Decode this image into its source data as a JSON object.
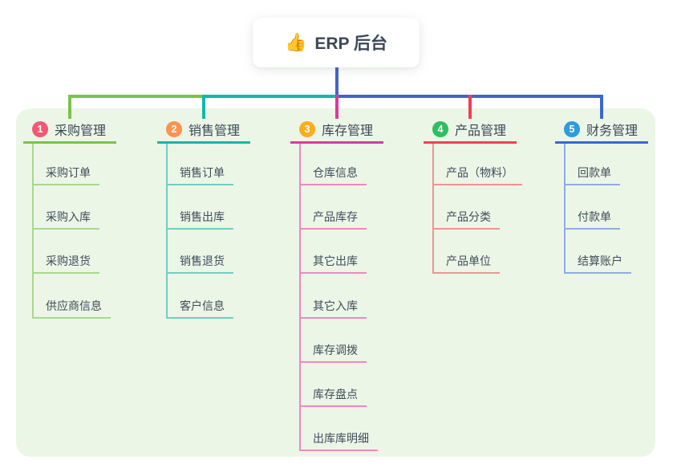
{
  "root": {
    "icon": "👍",
    "label": "ERP 后台"
  },
  "theme": {
    "canvas_bg": "#ffffff",
    "panel_bg": "#EBF6E7",
    "root_text": "#3D4757",
    "header_text": "#3D4757",
    "child_text": "#414C5B",
    "trunk_color": "#4663C8"
  },
  "connector": {
    "segments": [
      {
        "name": "purchase-bus-segment",
        "color": "#7CC24B"
      },
      {
        "name": "sales-bus-segment",
        "color": "#0FB9A9"
      },
      {
        "name": "finance-bus-segment",
        "color": "#4663C8"
      }
    ]
  },
  "branches": [
    {
      "index": "1",
      "label": "采购管理",
      "badge_color": "#F25874",
      "line_color": "#7CC24B",
      "child_line_color": "#A9D88D",
      "children": [
        "采购订单",
        "采购入库",
        "采购退货",
        "供应商信息"
      ]
    },
    {
      "index": "2",
      "label": "销售管理",
      "badge_color": "#FD9251",
      "line_color": "#0FB9A9",
      "child_line_color": "#72CEC3",
      "children": [
        "销售订单",
        "销售出库",
        "销售退货",
        "客户信息"
      ]
    },
    {
      "index": "3",
      "label": "库存管理",
      "badge_color": "#FBAD1B",
      "line_color": "#DB3A9D",
      "child_line_color": "#F287C0",
      "children": [
        "仓库信息",
        "产品库存",
        "其它出库",
        "其它入库",
        "库存调拨",
        "库存盘点",
        "出库库明细"
      ]
    },
    {
      "index": "4",
      "label": "产品管理",
      "badge_color": "#2FBE62",
      "line_color": "#F43F51",
      "child_line_color": "#F19293",
      "children": [
        "产品（物料）",
        "产品分类",
        "产品单位"
      ]
    },
    {
      "index": "5",
      "label": "财务管理",
      "badge_color": "#2F9CDB",
      "line_color": "#3A68D2",
      "child_line_color": "#92ABE2",
      "children": [
        "回款单",
        "付款单",
        "结算账户"
      ]
    }
  ]
}
